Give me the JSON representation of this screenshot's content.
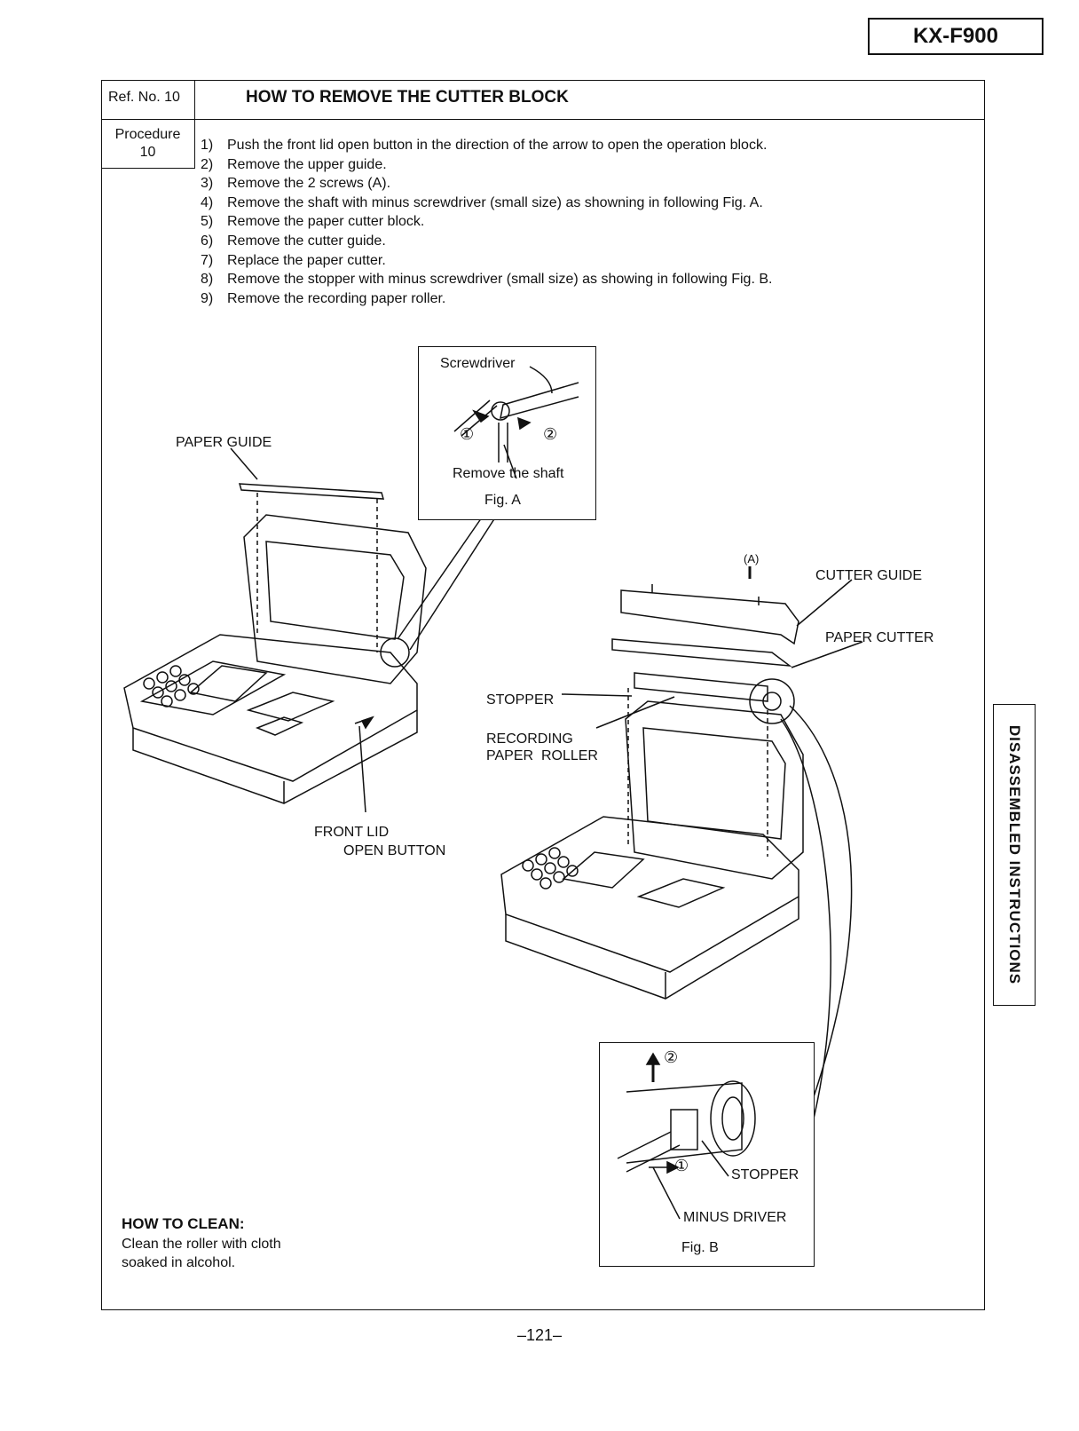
{
  "header": {
    "model": "KX-F900"
  },
  "section": {
    "ref_label": "Ref. No. 10",
    "title": "HOW TO REMOVE THE CUTTER BLOCK",
    "procedure_label": "Procedure",
    "procedure_number": "10"
  },
  "steps": [
    {
      "num": "1)",
      "text": "Push the front lid open button in the direction of the arrow to open the operation block."
    },
    {
      "num": "2)",
      "text": "Remove the upper guide."
    },
    {
      "num": "3)",
      "text": "Remove the 2 screws (A)."
    },
    {
      "num": "4)",
      "text": "Remove the shaft with minus screwdriver (small size) as showning in following Fig. A."
    },
    {
      "num": "5)",
      "text": "Remove the paper cutter block."
    },
    {
      "num": "6)",
      "text": "Remove the cutter guide."
    },
    {
      "num": "7)",
      "text": "Replace the paper cutter."
    },
    {
      "num": "8)",
      "text": "Remove the stopper with minus screwdriver (small size) as showing in following Fig. B."
    },
    {
      "num": "9)",
      "text": "Remove the recording paper roller."
    }
  ],
  "figure_a": {
    "screwdriver": "Screwdriver",
    "remove_shaft": "Remove the shaft",
    "caption": "Fig. A",
    "marker_1": "①",
    "marker_2": "②"
  },
  "labels": {
    "paper_guide": "PAPER GUIDE",
    "front_lid_1": "FRONT LID",
    "front_lid_2": "OPEN BUTTON",
    "screw_a": "(A)",
    "cutter_guide": "CUTTER GUIDE",
    "paper_cutter": "PAPER CUTTER",
    "stopper": "STOPPER",
    "recording_1": "RECORDING",
    "recording_2": "PAPER  ROLLER"
  },
  "figure_b": {
    "marker_2": "②",
    "marker_1": "①",
    "stopper": "STOPPER",
    "minus_driver": "MINUS DRIVER",
    "caption": "Fig. B"
  },
  "side_tab": "DISASSEMBLED INSTRUCTIONS",
  "how_to_clean": {
    "title": "HOW TO CLEAN:",
    "text": "Clean the roller with cloth soaked in alcohol."
  },
  "page_number": "–121–"
}
